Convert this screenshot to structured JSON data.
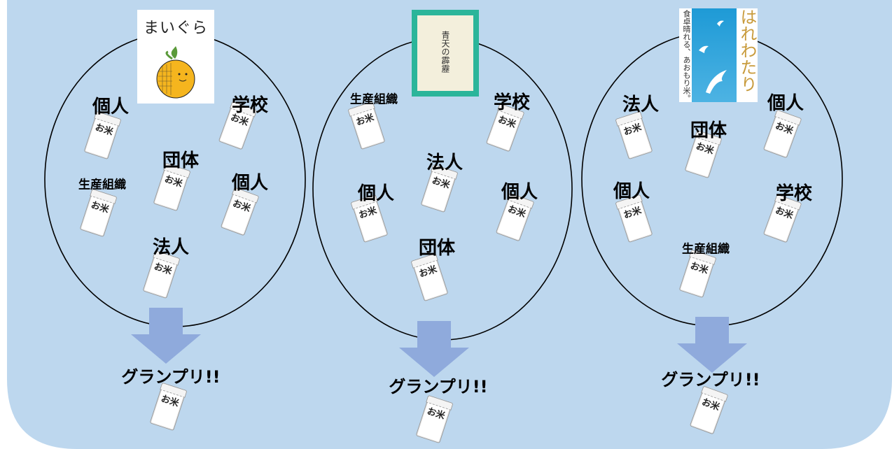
{
  "panels": [
    {
      "book_title": "まいぐら",
      "items": [
        {
          "label": "個人",
          "size": "big"
        },
        {
          "label": "学校",
          "size": "big"
        },
        {
          "label": "団体",
          "size": "big"
        },
        {
          "label": "生産組織",
          "size": "small"
        },
        {
          "label": "個人",
          "size": "big"
        },
        {
          "label": "法人",
          "size": "big"
        }
      ],
      "result_label": "グランプリ!!"
    },
    {
      "book_title": "青天の霹靂",
      "items": [
        {
          "label": "生産組織",
          "size": "small"
        },
        {
          "label": "学校",
          "size": "big"
        },
        {
          "label": "法人",
          "size": "big"
        },
        {
          "label": "個人",
          "size": "big"
        },
        {
          "label": "個人",
          "size": "big"
        },
        {
          "label": "団体",
          "size": "big"
        }
      ],
      "result_label": "グランプリ!!"
    },
    {
      "book_title": "はれわたり",
      "book_subtitle": "食卓晴れる、あおもり米。",
      "items": [
        {
          "label": "法人",
          "size": "big"
        },
        {
          "label": "団体",
          "size": "big"
        },
        {
          "label": "個人",
          "size": "big"
        },
        {
          "label": "個人",
          "size": "big"
        },
        {
          "label": "学校",
          "size": "big"
        },
        {
          "label": "生産組織",
          "size": "small"
        }
      ],
      "result_label": "グランプリ!!"
    }
  ],
  "bag_text": "お米",
  "colors": {
    "background_panel": "#bdd7ee",
    "arrow": "#8faadc",
    "circle_stroke": "#000000"
  }
}
